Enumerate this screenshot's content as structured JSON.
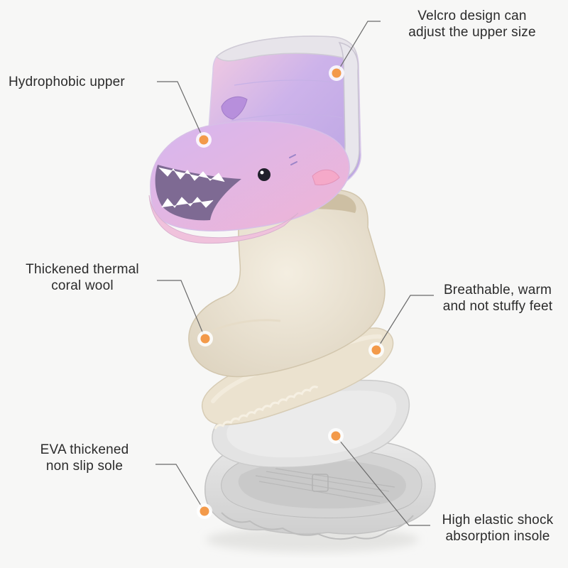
{
  "callouts": {
    "velcro": {
      "line1": "Velcro design can",
      "line2": "adjust the upper size"
    },
    "hydrophobic": {
      "line1": "Hydrophobic upper"
    },
    "coral_wool": {
      "line1": "Thickened thermal",
      "line2": "coral wool"
    },
    "breathable": {
      "line1": "Breathable, warm",
      "line2": "and not stuffy feet"
    },
    "eva_sole": {
      "line1": "EVA thickened",
      "line2": "non slip sole"
    },
    "insole": {
      "line1": "High elastic shock",
      "line2": "absorption insole"
    }
  },
  "colors": {
    "background": "#f7f7f6",
    "marker": "#f39a4a",
    "leader_line": "#6a6a6a",
    "upper_light": "#f3c6dc",
    "upper_dark": "#b8a6e4",
    "wool": "#ede6d6",
    "sole": "#dcdcdc"
  }
}
